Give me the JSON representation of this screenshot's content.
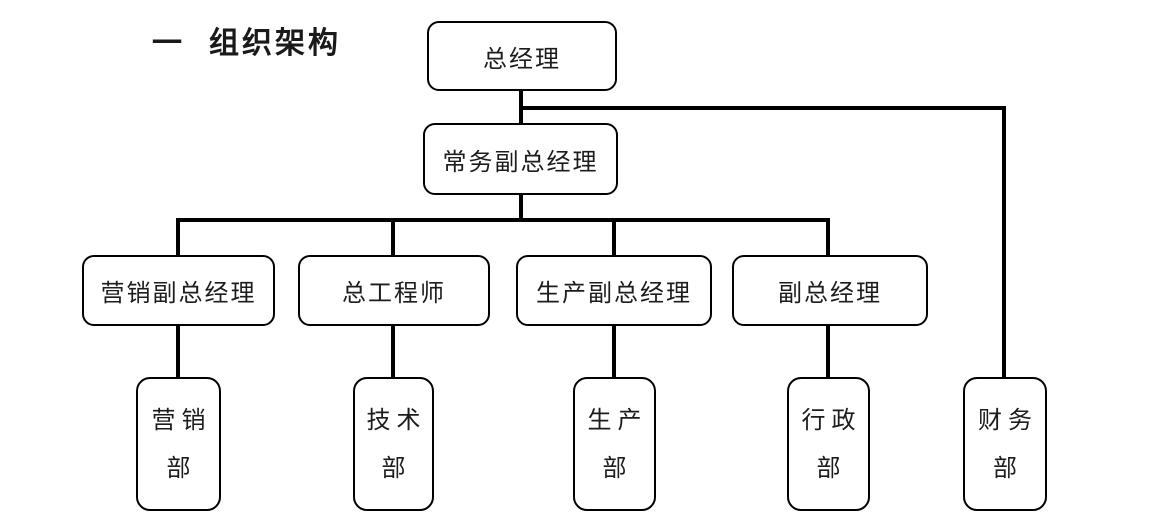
{
  "title": {
    "number": "一",
    "text": "组织架构"
  },
  "org_chart": {
    "type": "org-tree",
    "root": {
      "label": "总经理"
    },
    "level2": {
      "label": "常务副总经理"
    },
    "level3": [
      {
        "label": "营销副总经理"
      },
      {
        "label": "总工程师"
      },
      {
        "label": "生产副总经理"
      },
      {
        "label": "副总经理"
      }
    ],
    "departments": [
      {
        "lines": [
          "营销",
          "部"
        ]
      },
      {
        "lines": [
          "技术",
          "部"
        ]
      },
      {
        "lines": [
          "生产",
          "部"
        ]
      },
      {
        "lines": [
          "行政",
          "部"
        ]
      },
      {
        "lines": [
          "财务",
          "部"
        ]
      }
    ],
    "edges": [
      "总经理 -> 常务副总经理",
      "总经理 -> 财务部",
      "常务副总经理 -> 营销副总经理",
      "常务副总经理 -> 总工程师",
      "常务副总经理 -> 生产副总经理",
      "常务副总经理 -> 副总经理",
      "营销副总经理 -> 营销部",
      "总工程师 -> 技术部",
      "生产副总经理 -> 生产部",
      "副总经理 -> 行政部"
    ]
  },
  "colors": {
    "background": "#ffffff",
    "line": "#000000",
    "text": "#1c1c1c"
  }
}
